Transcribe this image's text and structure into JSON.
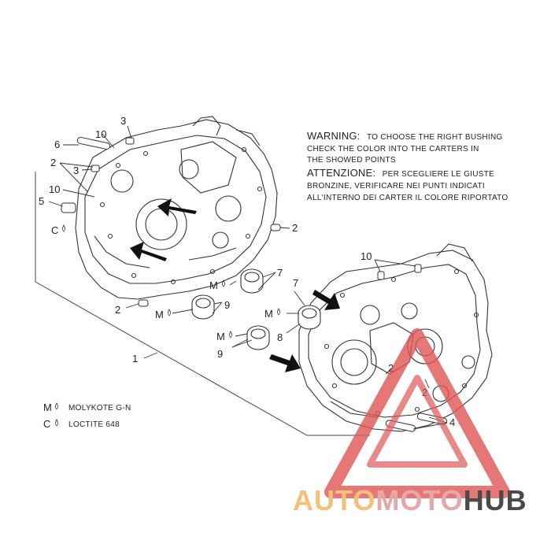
{
  "warning": {
    "en_title": "WARNING:",
    "en_line1": "TO CHOOSE THE RIGHT BUSHING",
    "en_line2": "CHECK THE COLOR INTO THE CARTERS IN",
    "en_line3": "THE SHOWED POINTS",
    "it_title": "ATTENZIONE:",
    "it_line1": "PER SCEGLIERE LE GIUSTE",
    "it_line2": "BRONZINE, VERIFICARE NEI PUNTI INDICATI",
    "it_line3": "ALL'INTERNO DEI CARTER IL COLORE RIPORTATO"
  },
  "legend": {
    "m_symbol": "M",
    "m_text": "MOLYKOTE G-N",
    "c_symbol": "C",
    "c_text": "LOCTITE 648"
  },
  "callouts": {
    "c1": "1",
    "c2a": "2",
    "c2b": "2",
    "c2c": "2",
    "c2d": "2",
    "c2e": "2",
    "c3a": "3",
    "c3b": "3",
    "c4": "4",
    "c5": "5",
    "c6": "6",
    "c7a": "7",
    "c7b": "7",
    "c8": "8",
    "c9a": "9",
    "c9b": "9",
    "c10a": "10",
    "c10b": "10",
    "c10c": "10",
    "m1": "M",
    "m2": "M",
    "m3": "M",
    "m4": "M",
    "ca": "C"
  },
  "watermark": {
    "part1": "AUTO",
    "part2": "MOTO",
    "part3": "HUB"
  },
  "colors": {
    "line": "#333333",
    "watermark_red": "#e05555",
    "watermark_orange": "#f4c07a",
    "watermark_dark": "#4a4a4a"
  }
}
